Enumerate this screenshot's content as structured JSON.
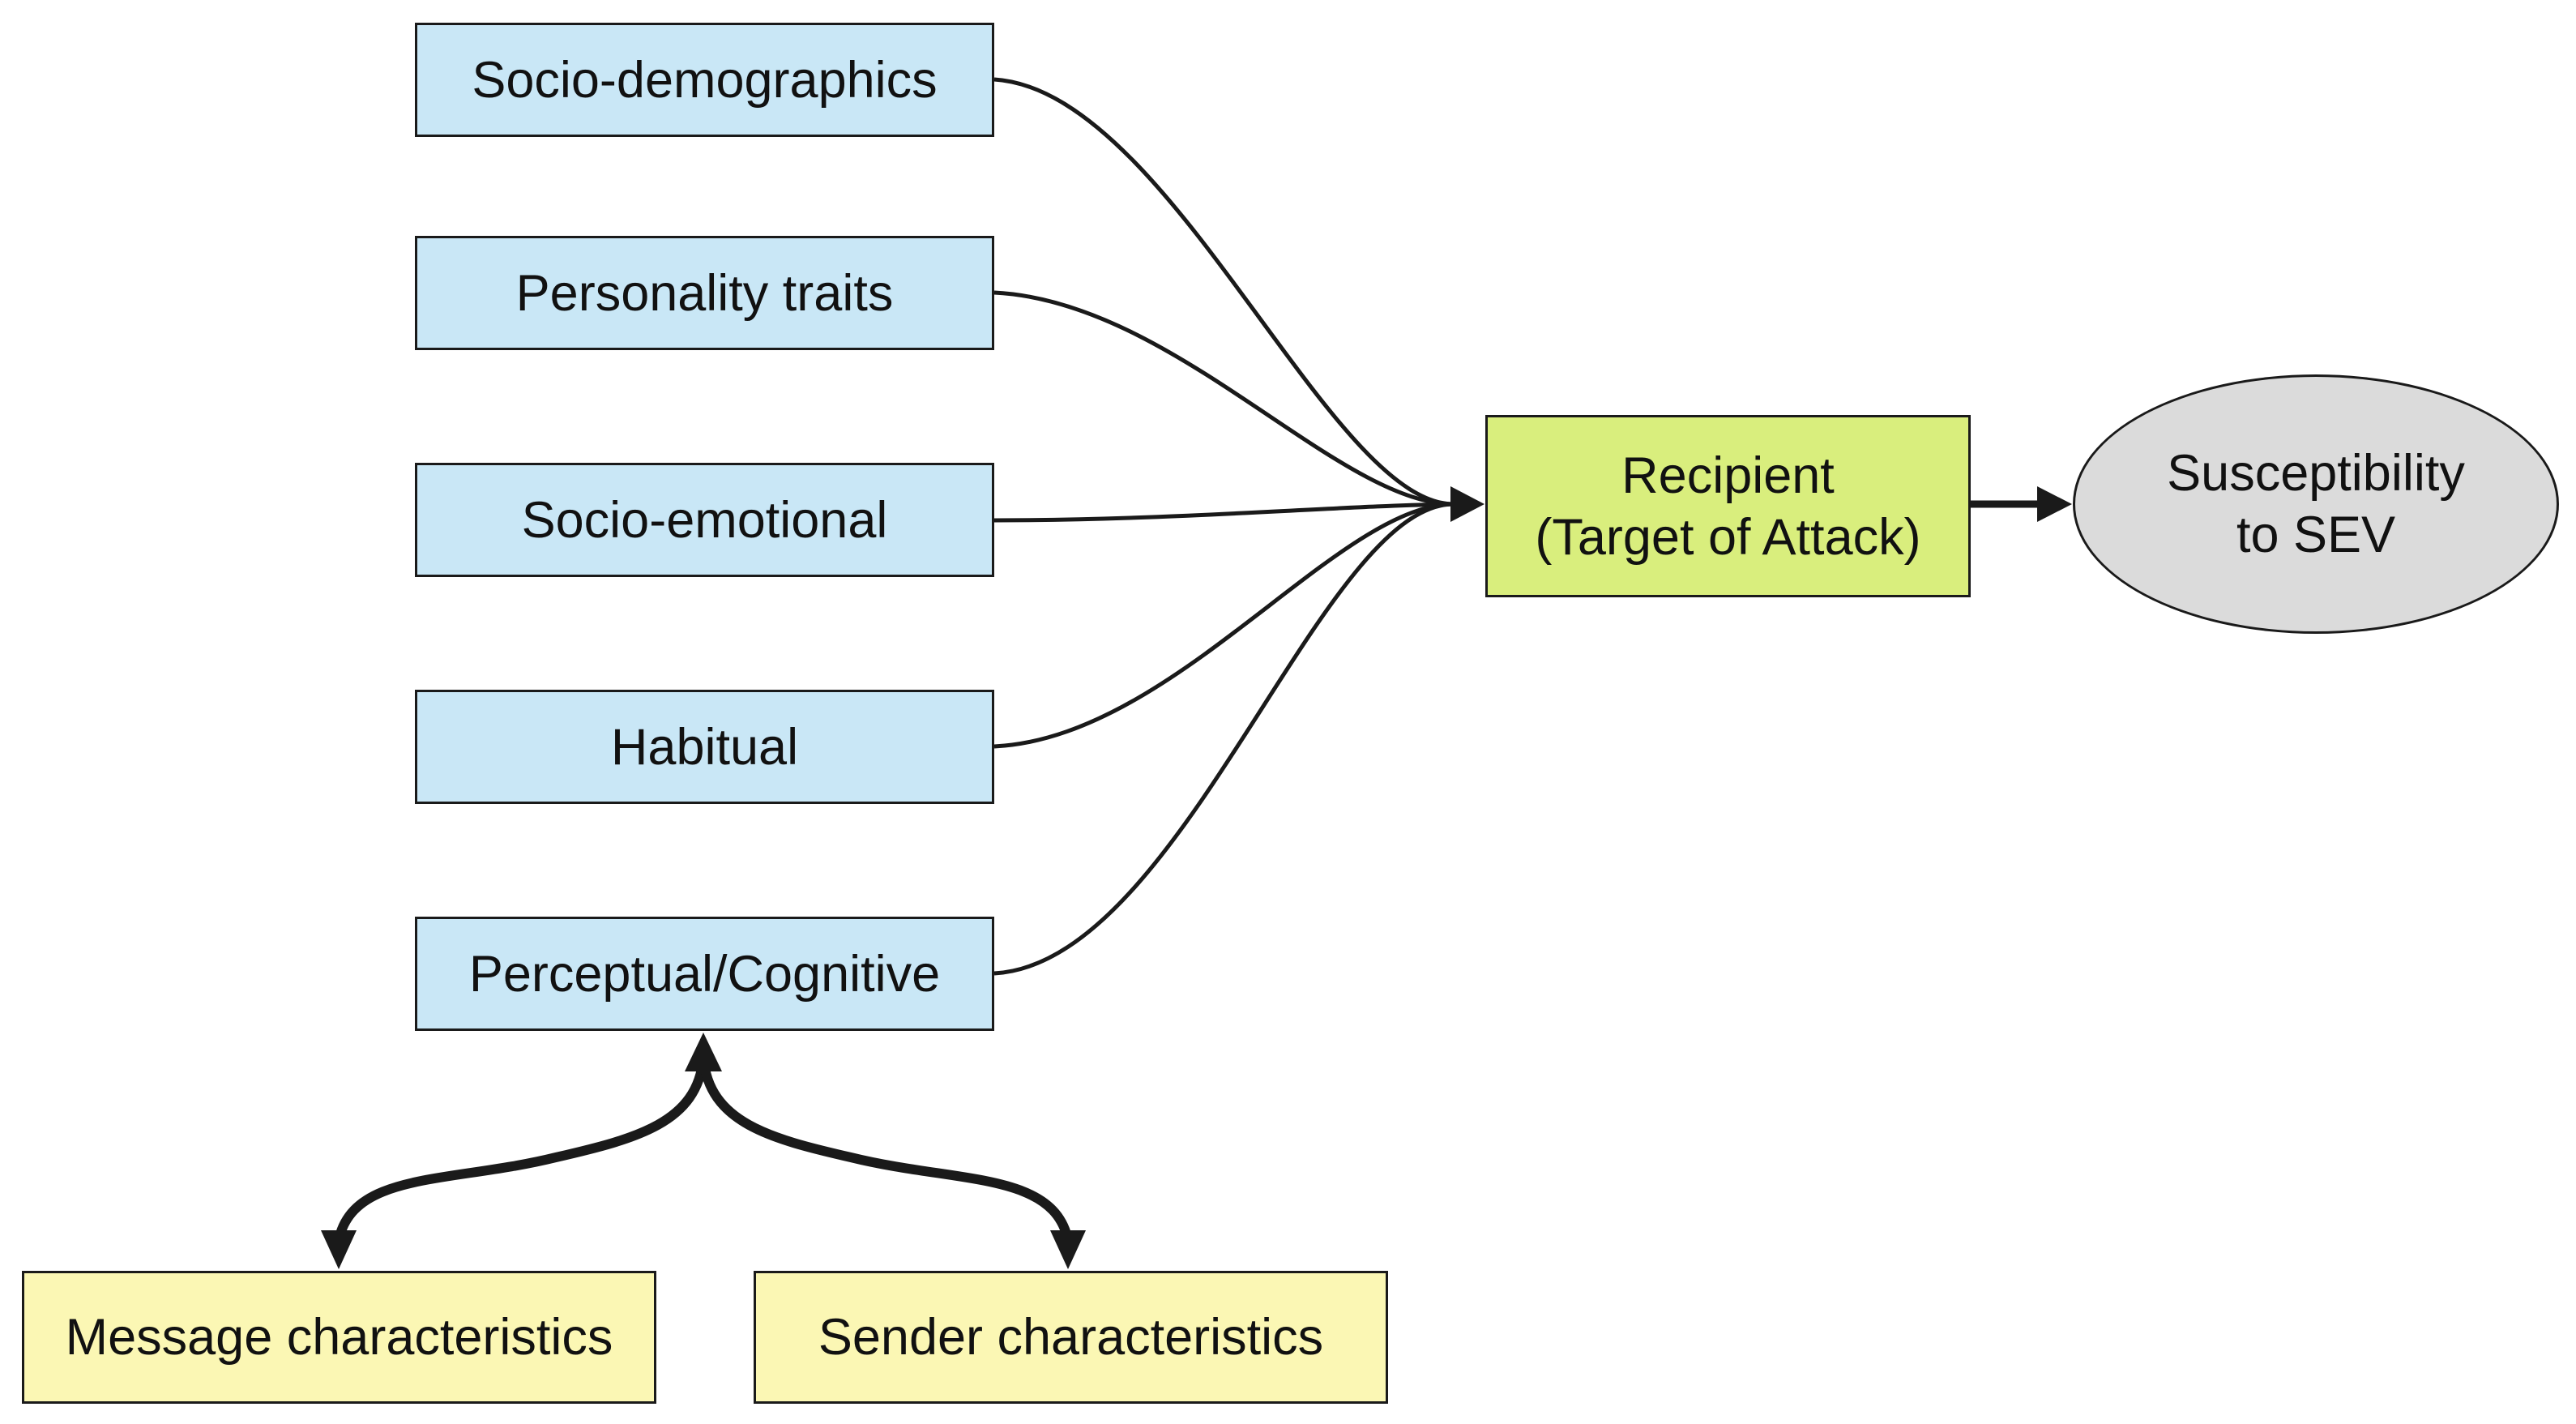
{
  "diagram": {
    "factor_boxes": [
      {
        "label": "Socio-demographics"
      },
      {
        "label": "Personality traits"
      },
      {
        "label": "Socio-emotional"
      },
      {
        "label": "Habitual"
      },
      {
        "label": "Perceptual/Cognitive"
      }
    ],
    "recipient_box": {
      "line1": "Recipient",
      "line2": "(Target of Attack)"
    },
    "outcome_ellipse": {
      "line1": "Susceptibility",
      "line2": "to SEV"
    },
    "bottom_boxes": [
      {
        "label": "Message characteristics"
      },
      {
        "label": "Sender characteristics"
      }
    ],
    "colors": {
      "factor_fill": "#c9e7f6",
      "recipient_fill": "#d9ee7d",
      "bottom_fill": "#fbf7b4",
      "outcome_fill": "#dbdbdb",
      "stroke": "#1a1a1a"
    }
  }
}
